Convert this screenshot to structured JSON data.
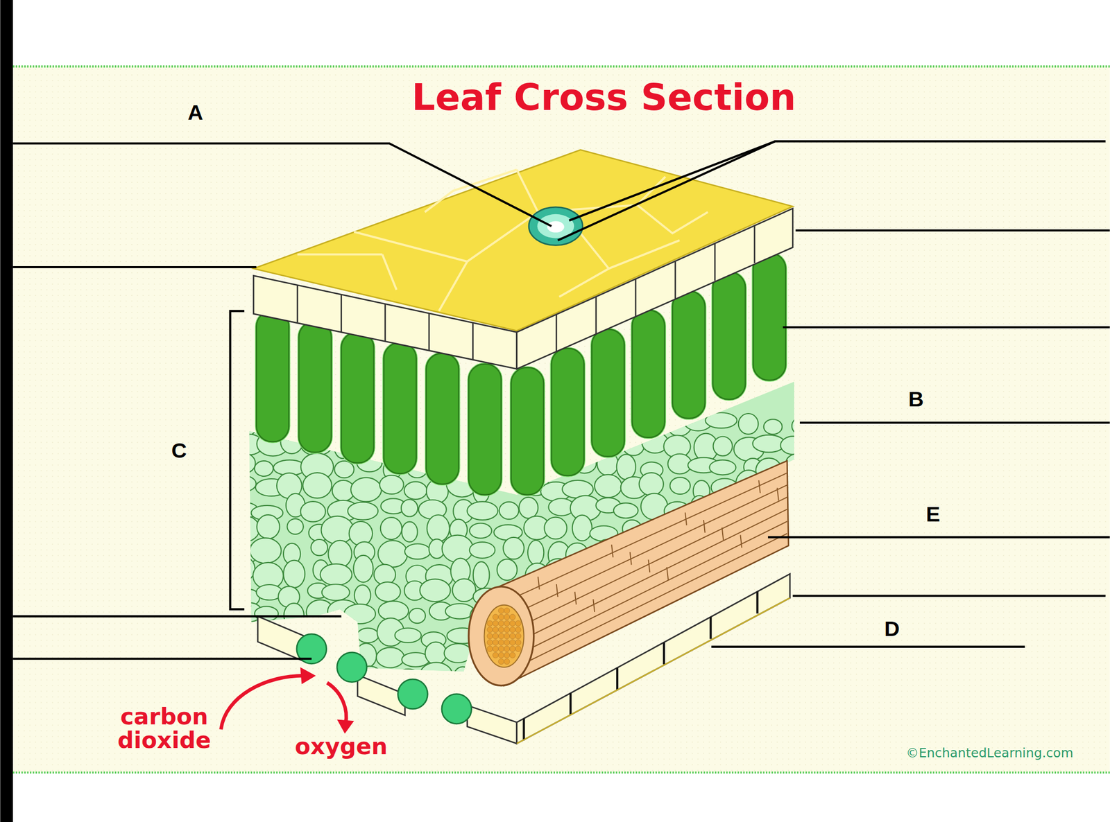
{
  "diagram": {
    "title": "Leaf Cross Section",
    "labels": [
      "A",
      "B",
      "C",
      "E",
      "D",
      "carbon dioxide",
      "oxygen",
      "©EnchantedLearning.com"
    ]
  }
}
